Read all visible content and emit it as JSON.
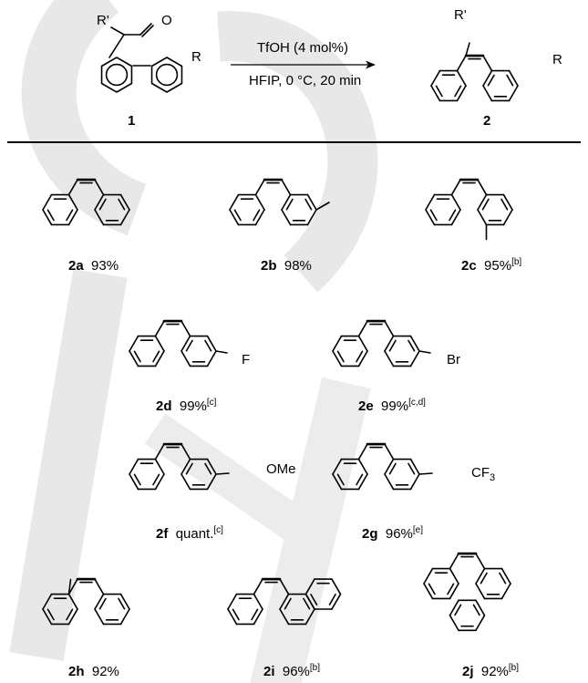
{
  "reaction": {
    "reactant_label": "1",
    "product_label": "2",
    "condition_top": "TfOH (4 mol%)",
    "condition_bottom": "HFIP, 0 °C, 20 min",
    "substituents": {
      "r_prime": "R'",
      "r": "R",
      "oxygen": "O"
    }
  },
  "products": [
    {
      "id": "2a",
      "yield": "93%",
      "note": ""
    },
    {
      "id": "2b",
      "yield": "98%",
      "note": ""
    },
    {
      "id": "2c",
      "yield": "95%",
      "note": "[b]"
    },
    {
      "id": "2d",
      "yield": "99%",
      "note": "[c]",
      "substituent": "F"
    },
    {
      "id": "2e",
      "yield": "99%",
      "note": "[c,d]",
      "substituent": "Br"
    },
    {
      "id": "2f",
      "yield": "quant.",
      "note": "[c]",
      "substituent": "OMe"
    },
    {
      "id": "2g",
      "yield": "96%",
      "note": "[e]",
      "substituent": "CF",
      "substituent_sub": "3"
    },
    {
      "id": "2h",
      "yield": "92%",
      "note": ""
    },
    {
      "id": "2i",
      "yield": "96%",
      "note": "[b]"
    },
    {
      "id": "2j",
      "yield": "92%",
      "note": "[b]"
    }
  ],
  "colors": {
    "watermark": "#e6e6e6",
    "ink": "#000000"
  }
}
